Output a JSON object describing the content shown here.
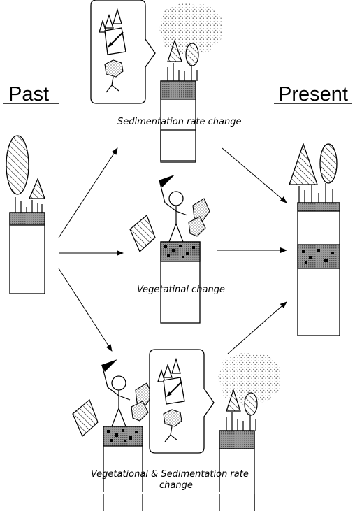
{
  "headings": {
    "past": "Past",
    "present": "Present"
  },
  "captions": {
    "sedimentation": "Sedimentation rate change",
    "vegetational": "Vegetatinal change",
    "combined_line1": "Vegetational & Sedimentation rate",
    "combined_line2": "change"
  }
}
